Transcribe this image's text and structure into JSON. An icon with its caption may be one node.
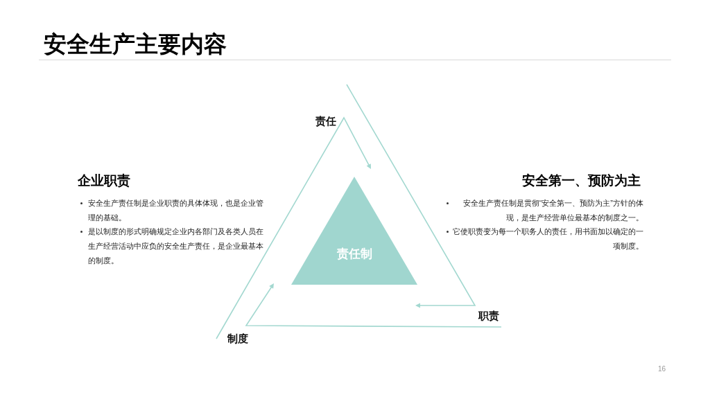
{
  "diagram": {
    "title": "安全生产主要内容",
    "nodes": [
      {
        "text": [
          "责任制"
        ]
      }
    ],
    "labels": [
      "责任",
      "企业职责",
      "安全生产责任制是企业职责的具体体现，也是企业管理的基础。",
      "是以制度的形式明确规定企业内各部门及各类人员在生产经营活动中应负的安全生产责任，是企业最基本的制度。",
      "安全第一、预防为主",
      "安全生产责任制是贯彻“安全第一、预防为主”方针的体现，是生产经营单位最基本的制度之一。",
      "它使职责变为每一个职务人的责任，用书面加以确定的一项制度。",
      "职责",
      "制度",
      "16"
    ]
  }
}
